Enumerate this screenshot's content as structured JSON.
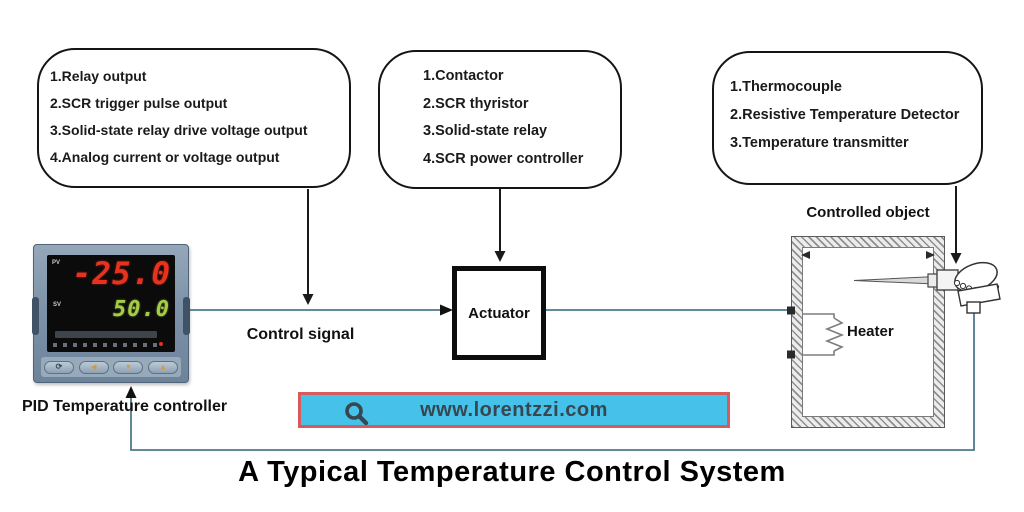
{
  "title": "A Typical Temperature Control System",
  "callouts": {
    "controller_outputs": {
      "items": [
        "1.Relay output",
        "2.SCR trigger pulse output",
        "3.Solid-state relay drive voltage output",
        "4.Analog current or voltage output"
      ]
    },
    "actuator_types": {
      "items": [
        "1.Contactor",
        "2.SCR thyristor",
        "3.Solid-state relay",
        "4.SCR power controller"
      ]
    },
    "sensor_types": {
      "items": [
        "1.Thermocouple",
        "2.Resistive Temperature Detector",
        "3.Temperature transmitter"
      ]
    }
  },
  "controller": {
    "label": "PID Temperature controller",
    "pv_label": "PV",
    "pv_value": "-25.0",
    "sv_label": "SV",
    "sv_value": "50.0",
    "buttons": [
      "⟳",
      "◀",
      "▼",
      "▲"
    ]
  },
  "flow": {
    "control_signal_label": "Control signal",
    "actuator_label": "Actuator",
    "controlled_object_label": "Controlled object",
    "heater_label": "Heater"
  },
  "banner": {
    "url_text": "www.lorentzzi.com",
    "icon": "search-icon",
    "background": "#45c1ea",
    "border_color": "#d85b5b",
    "text_color": "#37474f"
  },
  "colors": {
    "pv_digit_red": "#e8321d",
    "sv_digit_green": "#a6cc45",
    "device_body": "#7e93a9",
    "connector_line": "#4d7a8c",
    "bubble_border": "#151515"
  }
}
